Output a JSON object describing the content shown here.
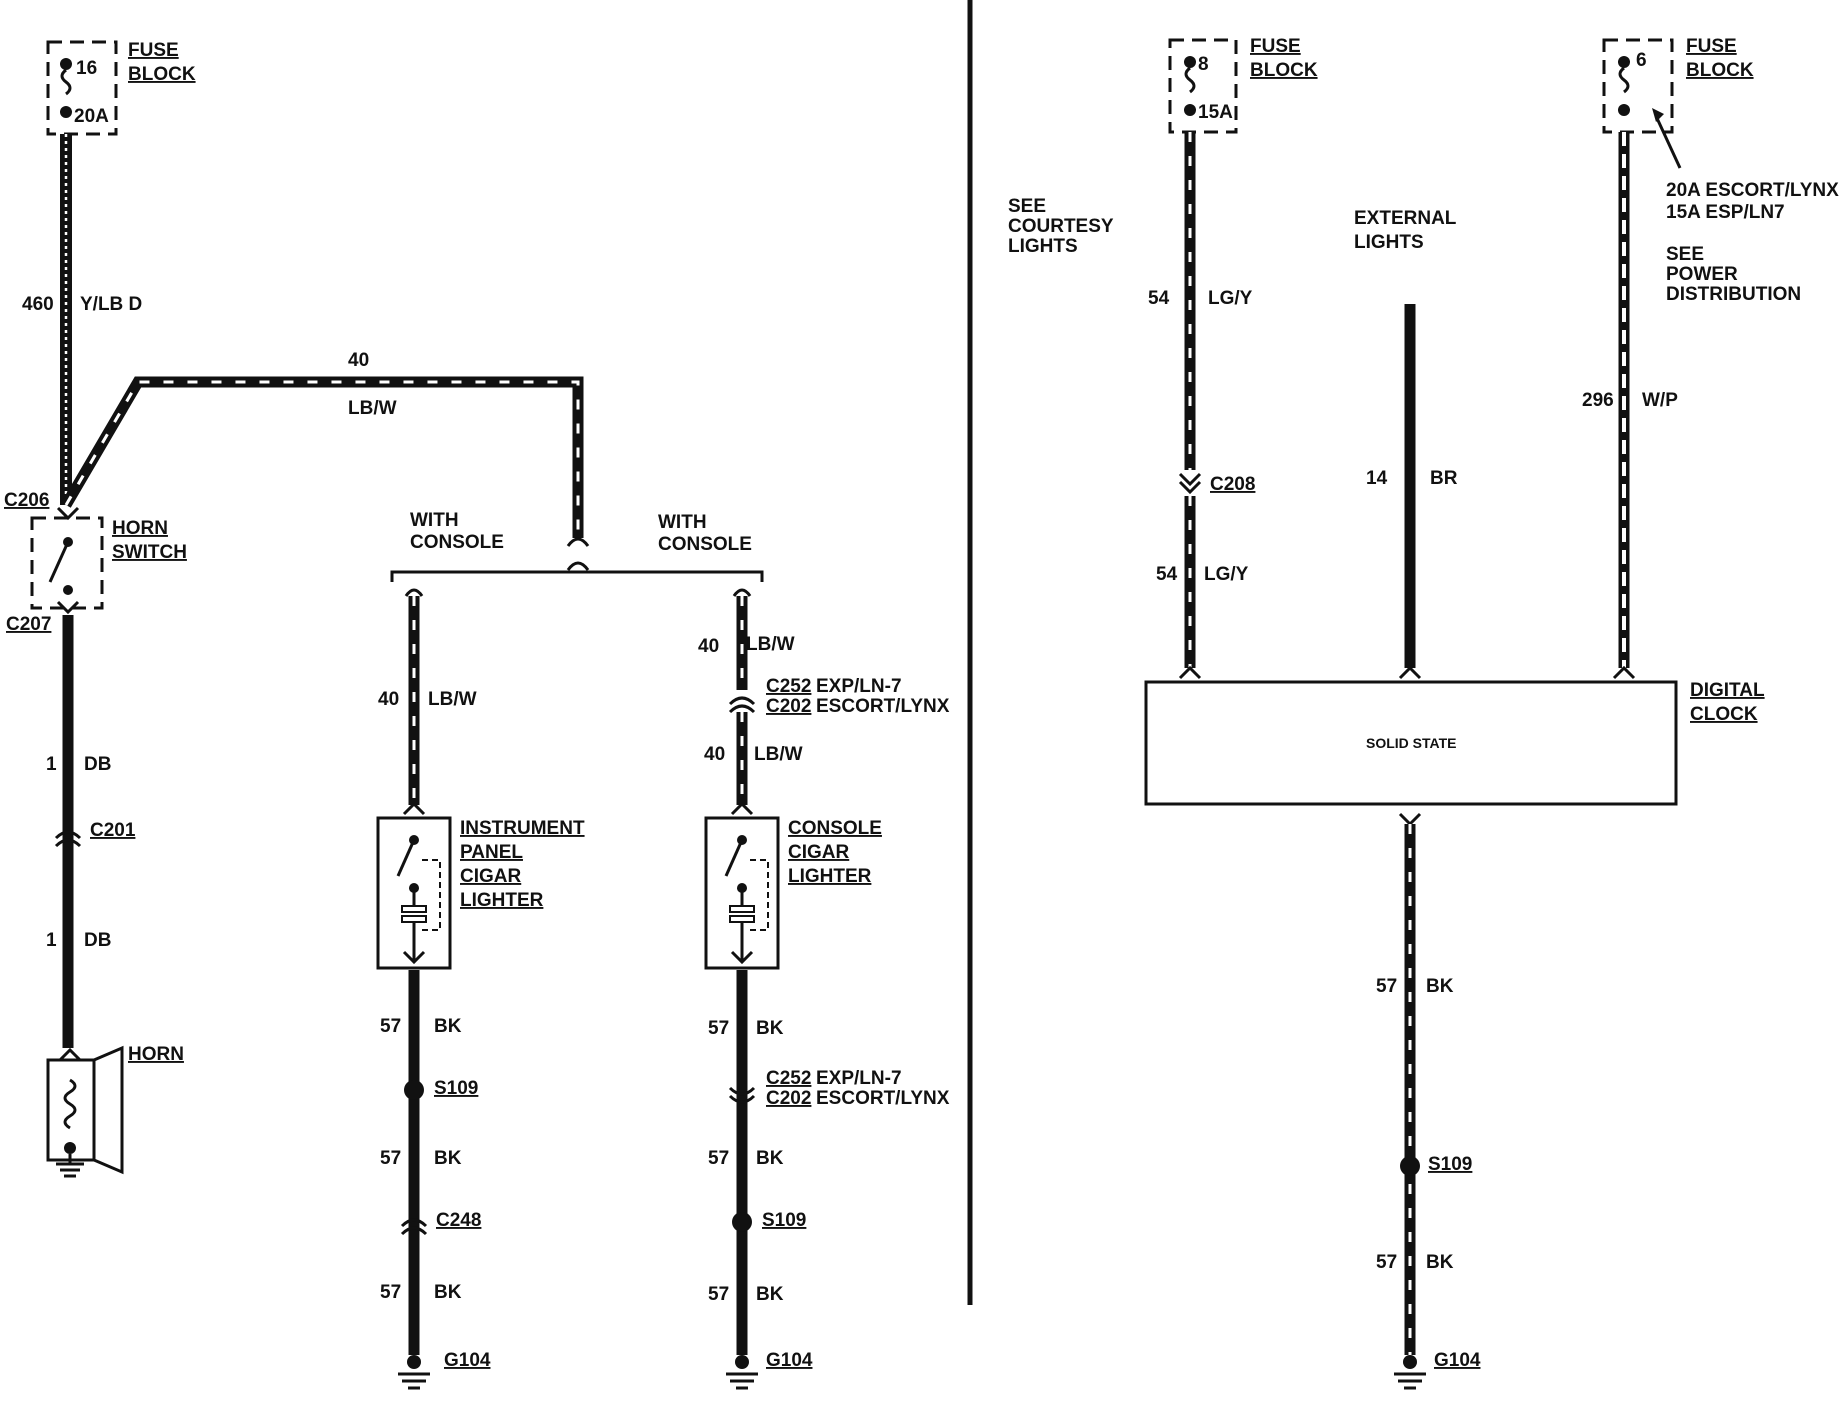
{
  "left": {
    "fuse_block_16": {
      "number": "16",
      "amps": "20A",
      "title_line1": "FUSE",
      "title_line2": "BLOCK"
    },
    "wire_460": {
      "number": "460",
      "color": "Y/LB D"
    },
    "wire_40_top": {
      "number": "40",
      "color": "LB/W"
    },
    "horn_switch": {
      "connector_top": "C206",
      "connector_bottom": "C207",
      "title_line1": "HORN",
      "title_line2": "SWITCH"
    },
    "horn_wire_upper": {
      "number": "1",
      "color": "DB"
    },
    "connector_c201": "C201",
    "horn_wire_lower": {
      "number": "1",
      "color": "DB"
    },
    "horn": "HORN",
    "with_console_left": [
      "WITH",
      "CONSOLE"
    ],
    "with_console_right": [
      "WITH",
      "CONSOLE"
    ],
    "ip_lighter": {
      "wire_top": {
        "number": "40",
        "color": "LB/W"
      },
      "title": [
        "INSTRUMENT",
        "PANEL",
        "CIGAR",
        "LIGHTER"
      ],
      "wire_1": {
        "number": "57",
        "color": "BK"
      },
      "splice": "S109",
      "wire_2": {
        "number": "57",
        "color": "BK"
      },
      "connector": "C248",
      "wire_3": {
        "number": "57",
        "color": "BK"
      },
      "ground": "G104"
    },
    "console_lighter": {
      "wire_top_1": {
        "number": "40",
        "color": "LB/W"
      },
      "conn_top_a": "C252",
      "conn_top_a_note": "EXP/LN-7",
      "conn_top_b": "C202",
      "conn_top_b_note": "ESCORT/LYNX",
      "wire_top_2": {
        "number": "40",
        "color": "LB/W"
      },
      "title": [
        "CONSOLE",
        "CIGAR",
        "LIGHTER"
      ],
      "wire_1": {
        "number": "57",
        "color": "BK"
      },
      "conn_bot_a": "C252",
      "conn_bot_a_note": "EXP/LN-7",
      "conn_bot_b": "C202",
      "conn_bot_b_note": "ESCORT/LYNX",
      "wire_2": {
        "number": "57",
        "color": "BK"
      },
      "splice": "S109",
      "wire_3": {
        "number": "57",
        "color": "BK"
      },
      "ground": "G104"
    }
  },
  "right": {
    "fuse_block_8": {
      "number": "8",
      "amps": "15A",
      "title_line1": "FUSE",
      "title_line2": "BLOCK"
    },
    "fuse_block_6": {
      "number": "6",
      "title_line1": "FUSE",
      "title_line2": "BLOCK"
    },
    "fuse_note": [
      "20A ESCORT/LYNX",
      "15A ESP/LN7"
    ],
    "see_courtesy": [
      "SEE",
      "COURTESY",
      "LIGHTS"
    ],
    "external_lights": [
      "EXTERNAL",
      "LIGHTS"
    ],
    "see_power": [
      "SEE",
      "POWER",
      "DISTRIBUTION"
    ],
    "wire_54_top": {
      "number": "54",
      "color": "LG/Y"
    },
    "connector_c208": "C208",
    "wire_54_bottom": {
      "number": "54",
      "color": "LG/Y"
    },
    "wire_14": {
      "number": "14",
      "color": "BR"
    },
    "wire_296": {
      "number": "296",
      "color": "W/P"
    },
    "clock": {
      "inner": "SOLID STATE",
      "title_line1": "DIGITAL",
      "title_line2": "CLOCK"
    },
    "ground_wire_1": {
      "number": "57",
      "color": "BK"
    },
    "splice": "S109",
    "ground_wire_2": {
      "number": "57",
      "color": "BK"
    },
    "ground": "G104"
  }
}
